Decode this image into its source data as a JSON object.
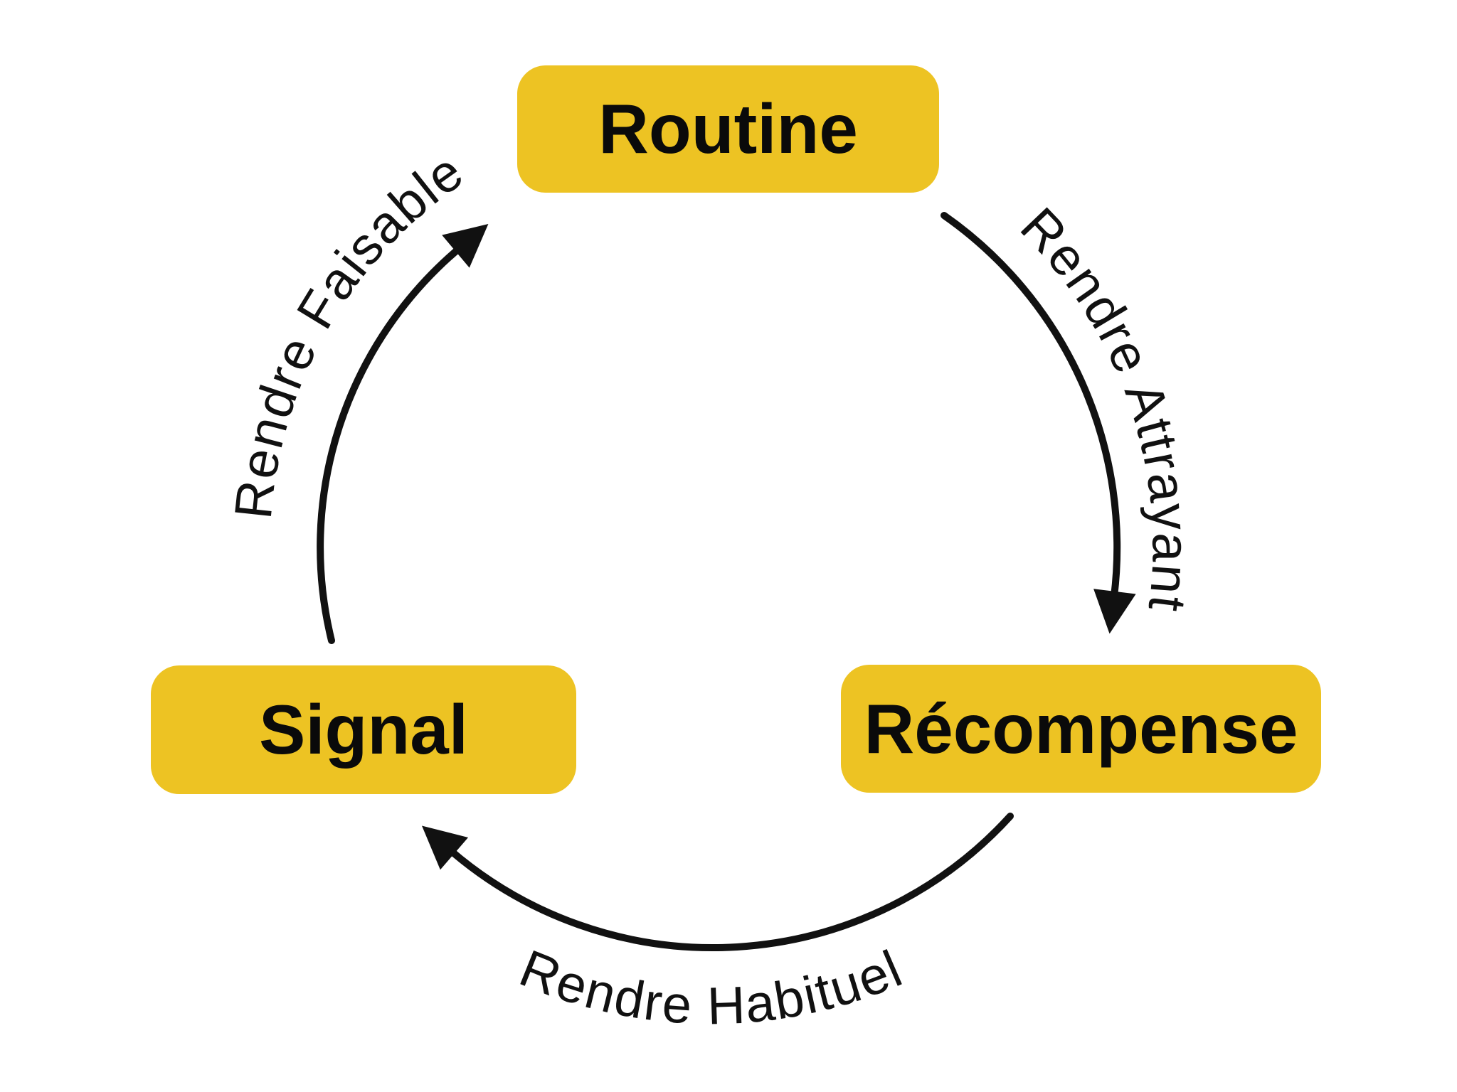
{
  "diagram": {
    "type": "cycle",
    "language": "fr",
    "colors": {
      "background": "#FFFFFF",
      "node_fill": "#EDC323",
      "node_text": "#0A0A0A",
      "line": "#111111"
    },
    "nodes": [
      {
        "id": "routine",
        "label": "Routine"
      },
      {
        "id": "signal",
        "label": "Signal"
      },
      {
        "id": "recompense",
        "label": "Récompense"
      }
    ],
    "edges": [
      {
        "id": "attrayant",
        "label": "Rendre Attrayant",
        "from": "routine",
        "to": "recompense",
        "direction": "clockwise"
      },
      {
        "id": "habituel",
        "label": "Rendre Habituel",
        "from": "recompense",
        "to": "signal",
        "direction": "clockwise"
      },
      {
        "id": "faisable",
        "label": "Rendre Faisable",
        "from": "signal",
        "to": "routine",
        "direction": "clockwise"
      }
    ]
  }
}
